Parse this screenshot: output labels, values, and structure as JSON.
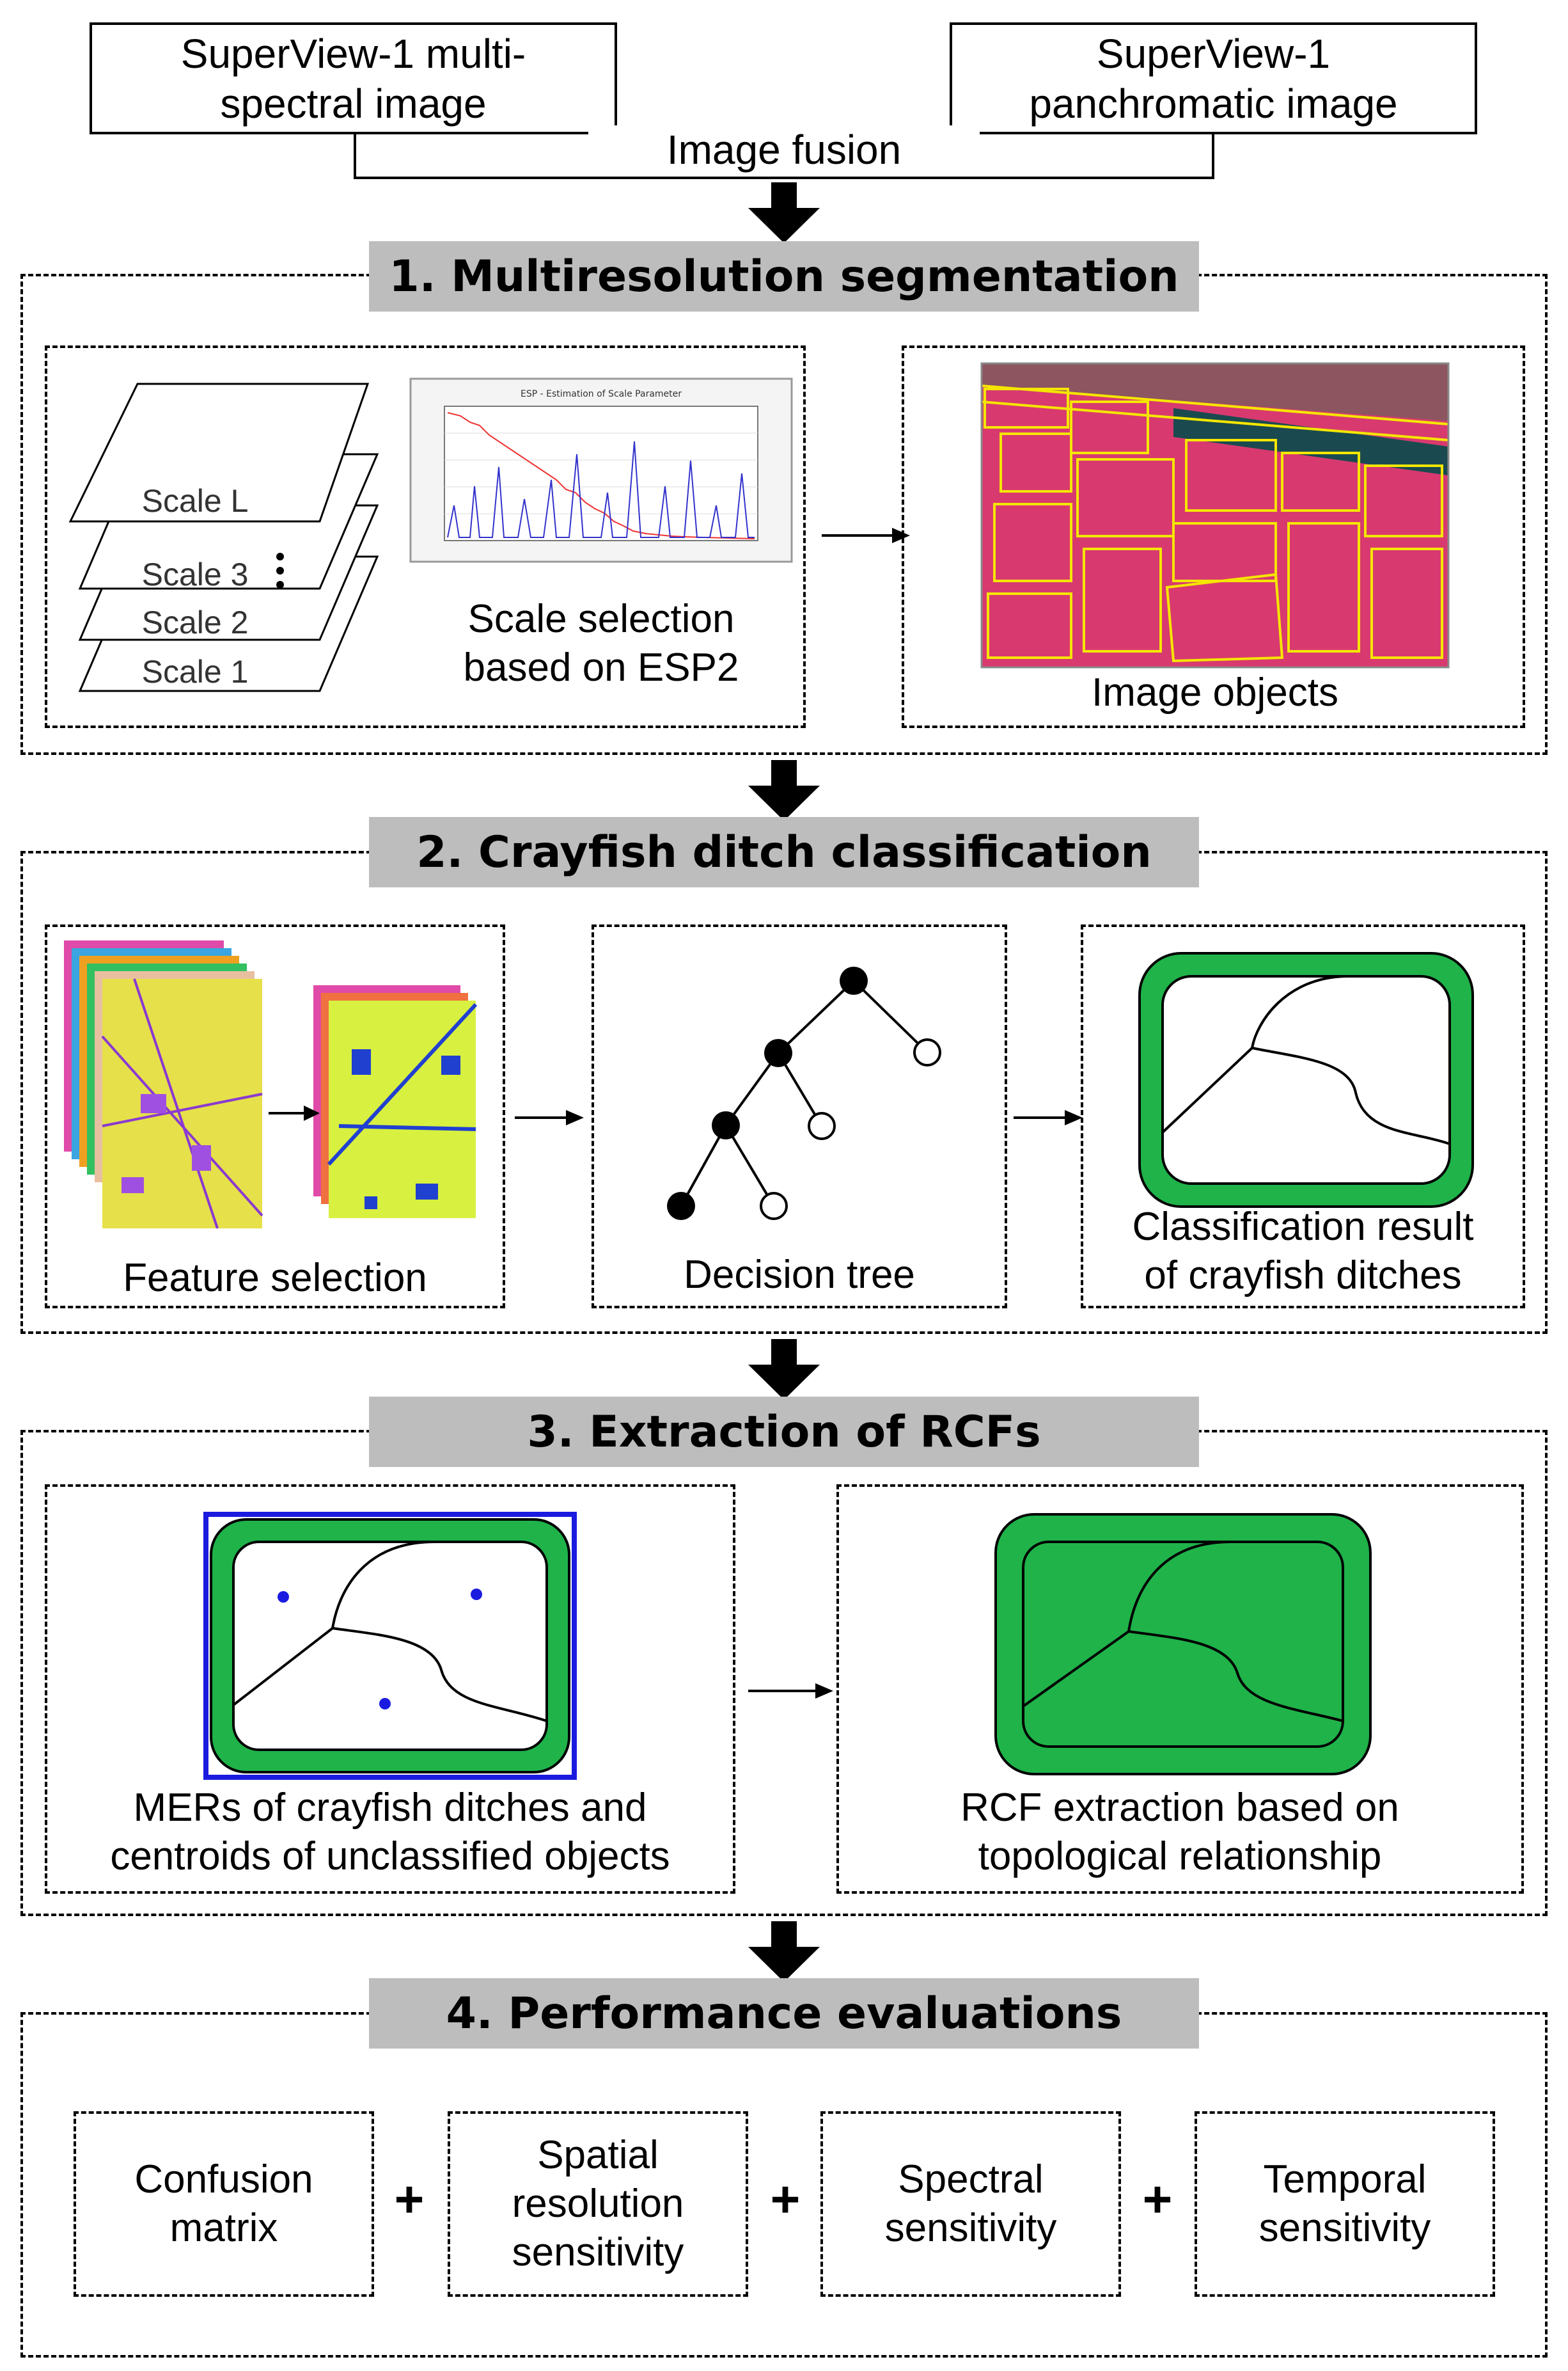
{
  "inputs": {
    "multispectral": "SuperView-1 multi-\nspectral image",
    "panchromatic": "SuperView-1\npanchromatic image",
    "fusion": "Image fusion"
  },
  "step1": {
    "title": "1. Multiresolution segmentation",
    "scales": [
      "Scale L",
      "Scale 3",
      "Scale 2",
      "Scale 1"
    ],
    "esp_caption": "Scale selection\nbased on ESP2",
    "esp_chart_title": "ESP - Estimation of Scale Parameter",
    "objects_caption": "Image objects"
  },
  "step2": {
    "title": "2. Crayfish ditch classification",
    "feature_caption": "Feature selection",
    "tree_caption": "Decision tree",
    "result_caption": "Classification result\nof crayfish ditches"
  },
  "step3": {
    "title": "3. Extraction of RCFs",
    "mer_caption": "MERs of crayfish ditches and\ncentroids of unclassified objects",
    "rcf_caption": "RCF extraction based on\ntopological relationship"
  },
  "step4": {
    "title": "4. Performance evaluations",
    "items": [
      "Confusion\nmatrix",
      "Spatial\nresolution\nsensitivity",
      "Spectral\nsensitivity",
      "Temporal\nsensitivity"
    ],
    "plus": "+"
  },
  "colors": {
    "banner": "#bdbdbd",
    "ditch_green": "#1fb34a",
    "mer_blue": "#1b1be0",
    "segment_magenta": "#d83a6f",
    "segment_yellow": "#f5e600"
  }
}
